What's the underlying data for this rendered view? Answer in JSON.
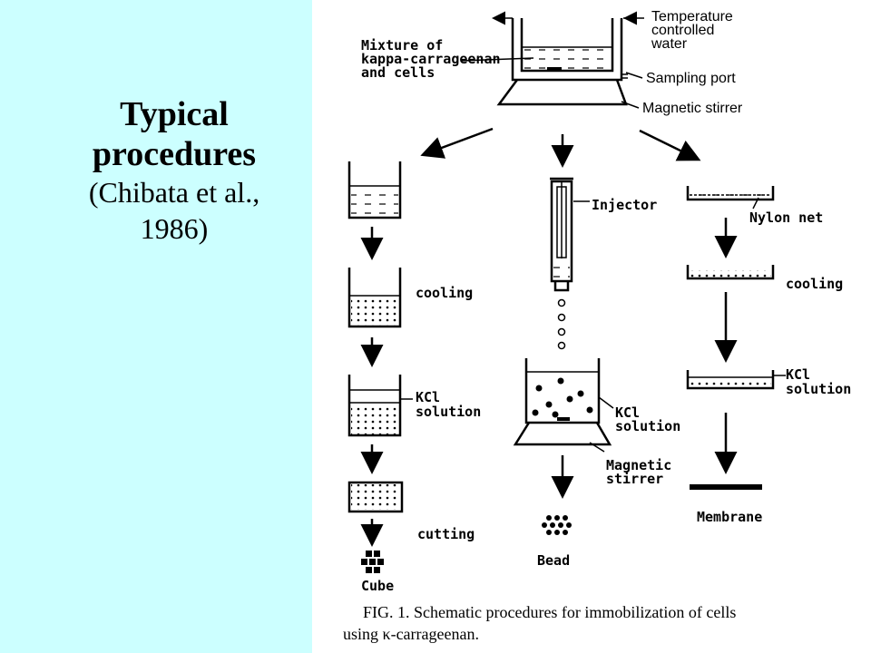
{
  "title": {
    "line1": "Typical",
    "line2": "procedures",
    "line3": "(Chibata et al.,",
    "line4": "1986)"
  },
  "figure": {
    "top_labels": {
      "mixture1": "Mixture of",
      "mixture2": "kappa-carrageenan",
      "mixture3": "and cells",
      "temp1": "Temperature",
      "temp2": "controlled",
      "temp3": "water",
      "sampling_port": "Sampling port",
      "magnetic_stirrer": "Magnetic stirrer"
    },
    "left_column": {
      "cooling": "cooling",
      "kcl1": "KCl",
      "kcl2": "solution",
      "cutting": "cutting",
      "result": "Cube"
    },
    "middle_column": {
      "injector": "Injector",
      "kcl1": "KCl",
      "kcl2": "solution",
      "stirrer1": "Magnetic",
      "stirrer2": "stirrer",
      "result": "Bead"
    },
    "right_column": {
      "nylon_net": "Nylon net",
      "cooling": "cooling",
      "kcl1": "KCl",
      "kcl2": "solution",
      "result": "Membrane"
    },
    "caption_line1": "FIG.  1.  Schematic procedures for immobilization of cells",
    "caption_line2": "using κ-carrageenan."
  }
}
